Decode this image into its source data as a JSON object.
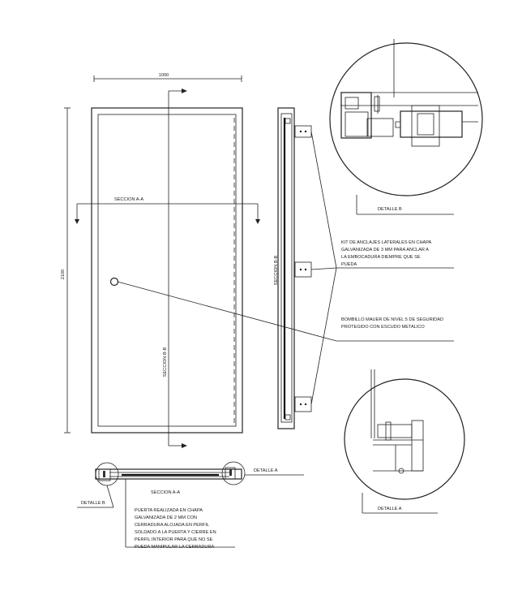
{
  "dimensions": {
    "width": "1000",
    "height": "2100"
  },
  "sections": {
    "aa": "SECCION A-A",
    "bb": "SECCION B-B",
    "aa_plan": "SECCION A-A"
  },
  "details": {
    "b": "DETALLE B",
    "a": "DETALLE A",
    "a_plan": "DETALLE A",
    "b_plan": "DETALLE B"
  },
  "notes": {
    "anchors": [
      "KIT DE ANCLAJES LATERALES EN CHAPA",
      "GALVANIZADA  DE 3 MM PARA ANCLAR A",
      "LA EMBOCADURA DIEMPRE QUE SE",
      "PUEDA"
    ],
    "lock": [
      "BOMBILLO MAUER DE NIVEL 5 DE SEGURIDAD",
      "PROTEGIDO CON ESCUDO METALICO"
    ],
    "door": [
      "PUERTA REALIZADA EN CHAPA",
      "GALVANIZADA DE 2 MM CON",
      "CERRADURA ALOJADA EN PERFIL",
      "SOLDADO A LA PUERTA Y CIERRE EN",
      "PERFIL INTERIOR PARA QUE NO SE",
      "PUEDA MANIPULAR LA CERRADURA"
    ]
  }
}
